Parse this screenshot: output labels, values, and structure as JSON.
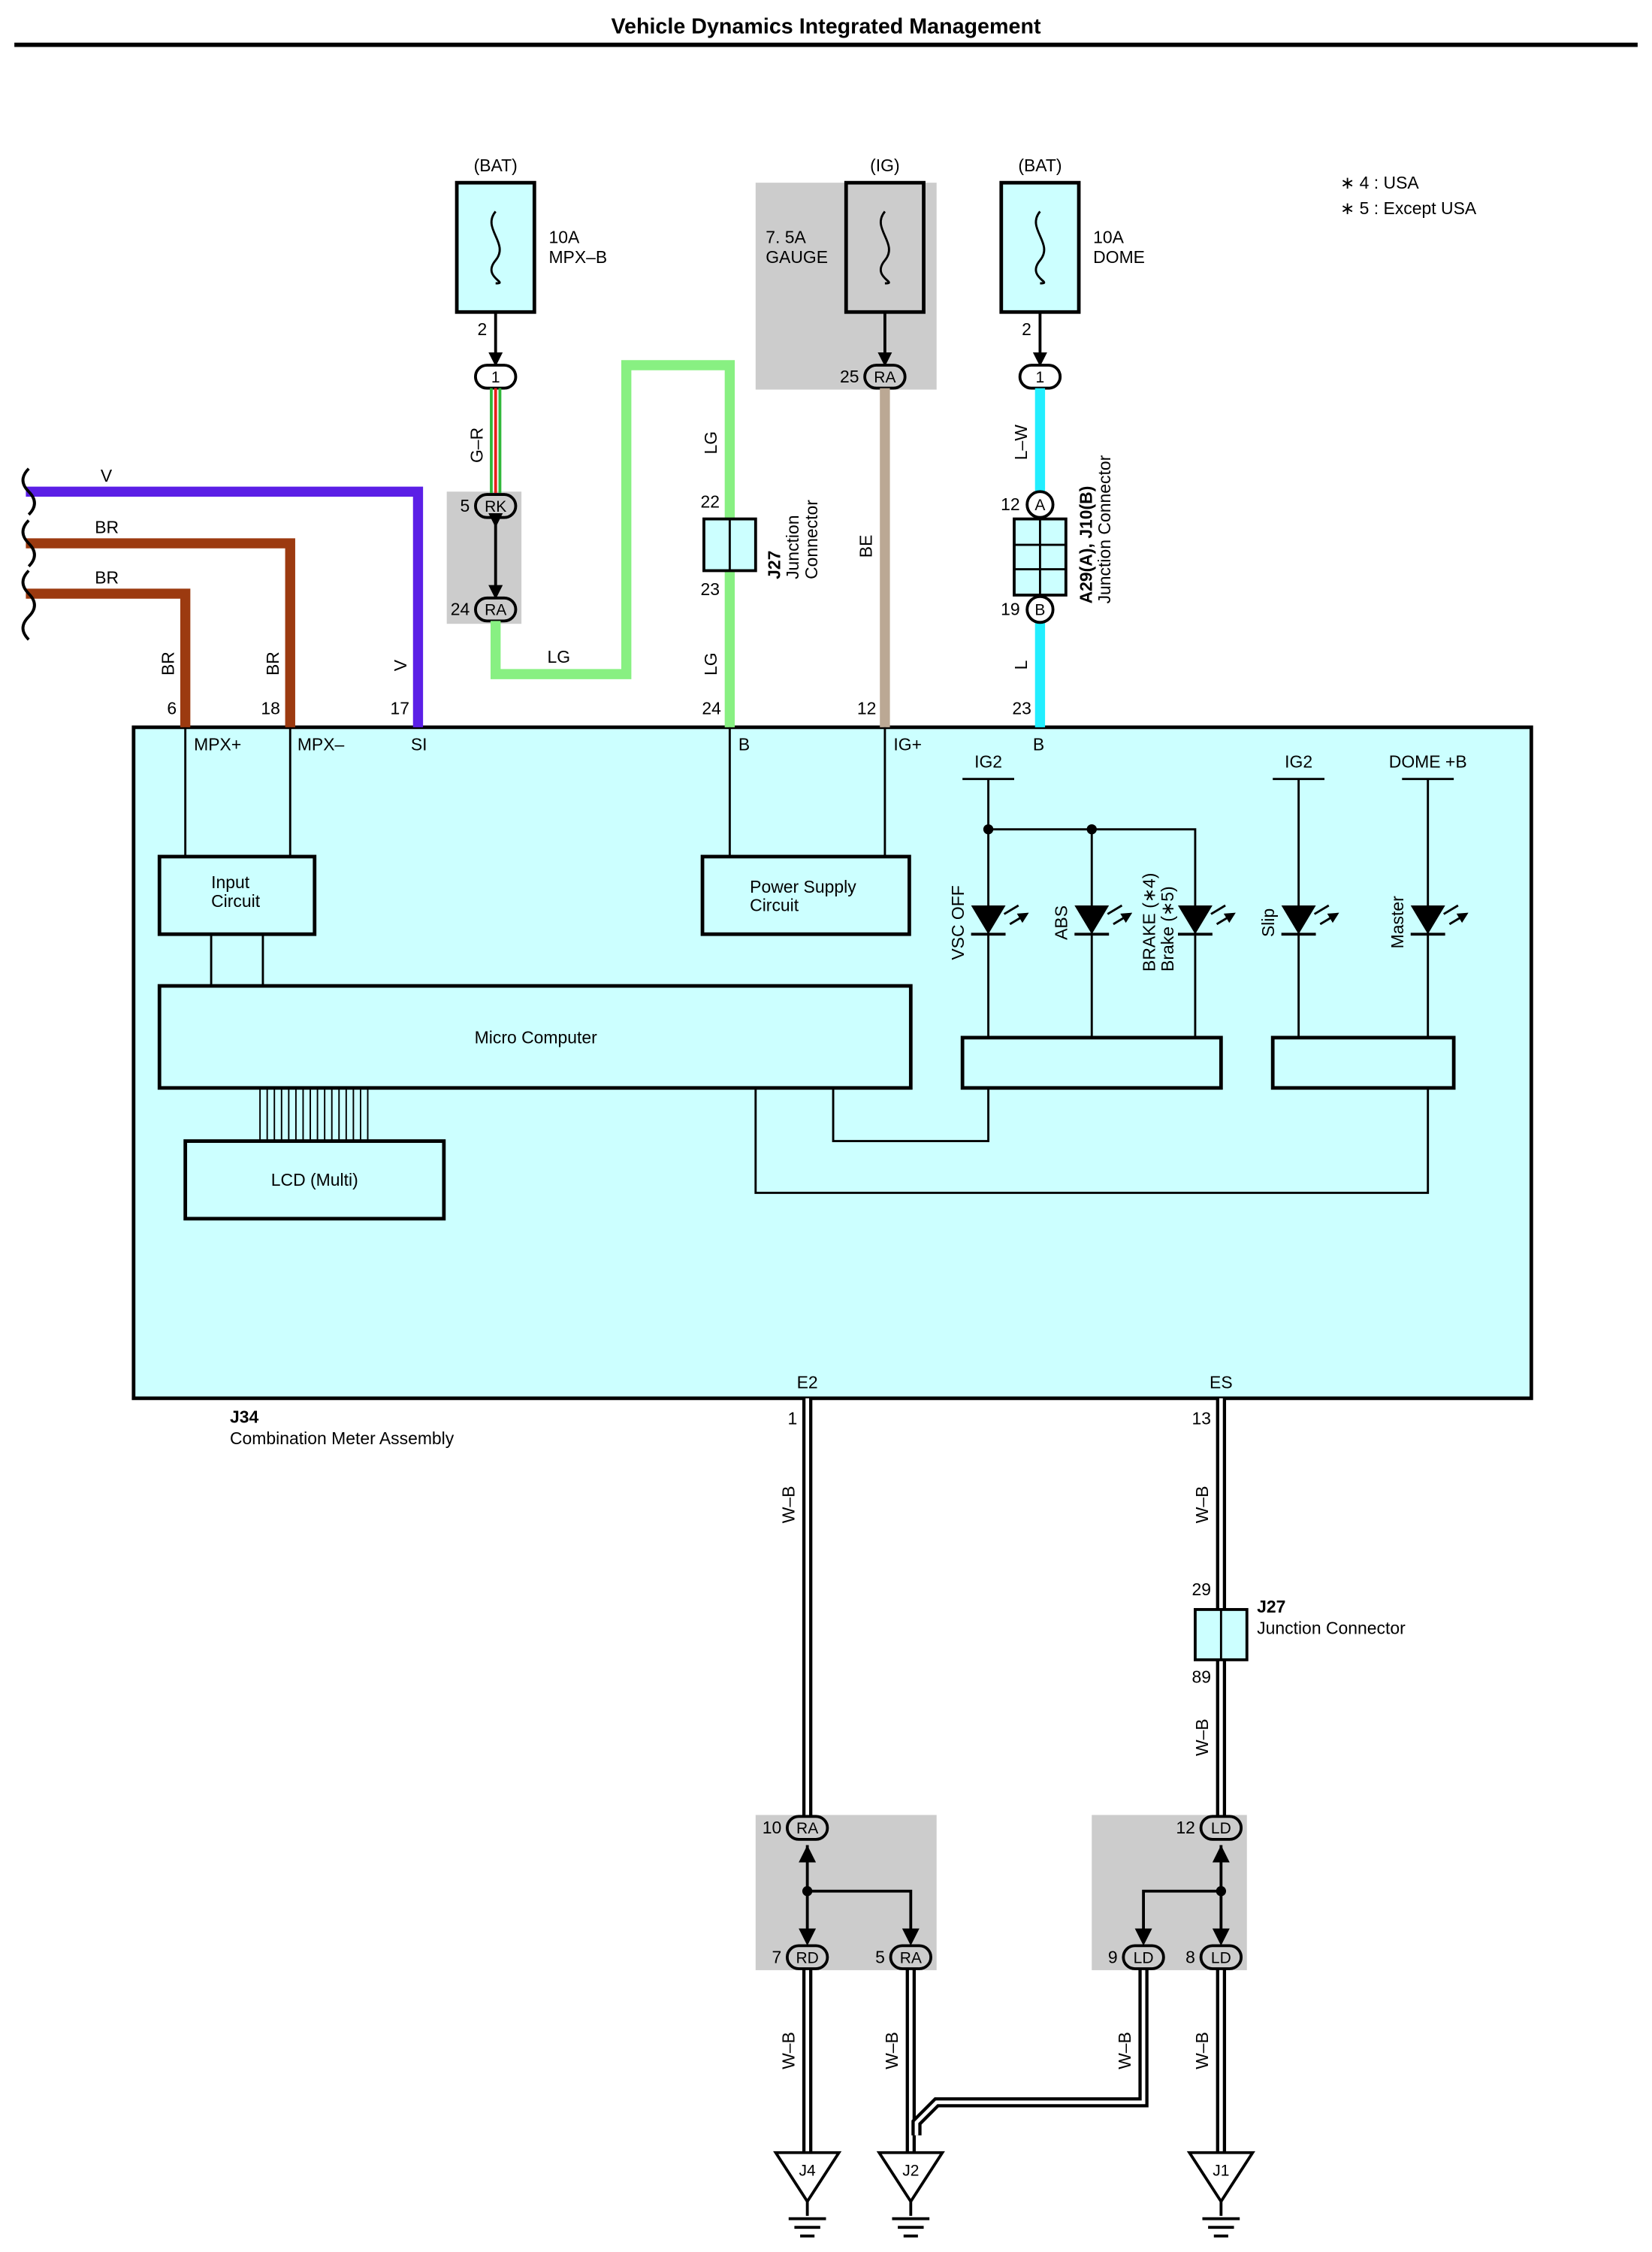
{
  "title": "Vehicle Dynamics Integrated Management",
  "notes": {
    "n4": "∗ 4 : USA",
    "n5": "∗ 5 : Except USA"
  },
  "fuses": {
    "f1": {
      "source": "(BAT)",
      "amp": "10A",
      "name": "MPX–B",
      "pin": "2",
      "conn": "1"
    },
    "f2": {
      "source": "(IG)",
      "amp": "7. 5A",
      "name": "GAUGE",
      "pin": "25",
      "conn": "RA"
    },
    "f3": {
      "source": "(BAT)",
      "amp": "10A",
      "name": "DOME",
      "pin": "2",
      "conn": "1"
    }
  },
  "wires": {
    "v": "V",
    "br1": "BR",
    "br2": "BR",
    "gr": "G–R",
    "lg_h": "LG",
    "lg_top": "LG",
    "lg_bot": "LG",
    "be": "BE",
    "lw": "L–W",
    "l": "L",
    "br_vert1": "BR",
    "br_vert2": "BR",
    "v_vert": "V",
    "wb1": "W–B",
    "wb2": "W–B",
    "wb3": "W–B",
    "wb4": "W–B",
    "wb5": "W–B",
    "wb6": "W–B",
    "wb7": "W–B"
  },
  "colors": {
    "panel": "#ccffff",
    "splice": "#cccccc",
    "v": "#5b1fe6",
    "br": "#9c3a10",
    "lg": "#88f082",
    "be": "#bba894",
    "lblue": "#22eeff",
    "gr_green": "#2fb83a",
    "gr_red": "#e8211c"
  },
  "connectors": {
    "rk": {
      "pin_top": "5",
      "code_top": "RK",
      "pin_bot": "24",
      "code_bot": "RA"
    },
    "j27_top": {
      "id": "J27",
      "name1": "Junction",
      "name2": "Connector",
      "pin_top": "22",
      "pin_bot": "23"
    },
    "a29": {
      "id": "A29(A), J10(B)",
      "name": "Junction Connector",
      "pin_top": "12",
      "code_top": "A",
      "pin_bot": "19",
      "code_bot": "B"
    },
    "j27_bot": {
      "id": "J27",
      "name": "Junction Connector",
      "pin_top": "29",
      "pin_bot": "89"
    }
  },
  "meter": {
    "id": "J34",
    "name": "Combination Meter Assembly",
    "pins": {
      "mpxp": {
        "num": "6",
        "label": "MPX+"
      },
      "mpxm": {
        "num": "18",
        "label": "MPX–"
      },
      "si": {
        "num": "17",
        "label": "SI"
      },
      "b1": {
        "num": "24",
        "label": "B"
      },
      "ig": {
        "num": "12",
        "label": "IG+"
      },
      "b2": {
        "num": "23",
        "label": "B"
      },
      "e2": {
        "num": "1",
        "label": "E2"
      },
      "es": {
        "num": "13",
        "label": "ES"
      }
    },
    "blocks": {
      "input1": "Input",
      "input2": "Circuit",
      "power1": "Power Supply",
      "power2": "Circuit",
      "micro": "Micro Computer",
      "lcd": "LCD (Multi)"
    },
    "supplies": {
      "ig2a": "IG2",
      "ig2b": "IG2",
      "dome": "DOME +B"
    },
    "lamps": {
      "vsc": "VSC OFF",
      "abs": "ABS",
      "brake1": "BRAKE (∗4)",
      "brake2": "Brake (∗5)",
      "slip": "Slip",
      "master": "Master"
    }
  },
  "splices": {
    "left": {
      "top_pin": "10",
      "top_code": "RA",
      "bl_pin": "7",
      "bl_code": "RD",
      "br_pin": "5",
      "br_code": "RA"
    },
    "right": {
      "top_pin": "12",
      "top_code": "LD",
      "bl_pin": "9",
      "bl_code": "LD",
      "br_pin": "8",
      "br_code": "LD"
    }
  },
  "grounds": {
    "g1": "J4",
    "g2": "J2",
    "g3": "J1"
  }
}
